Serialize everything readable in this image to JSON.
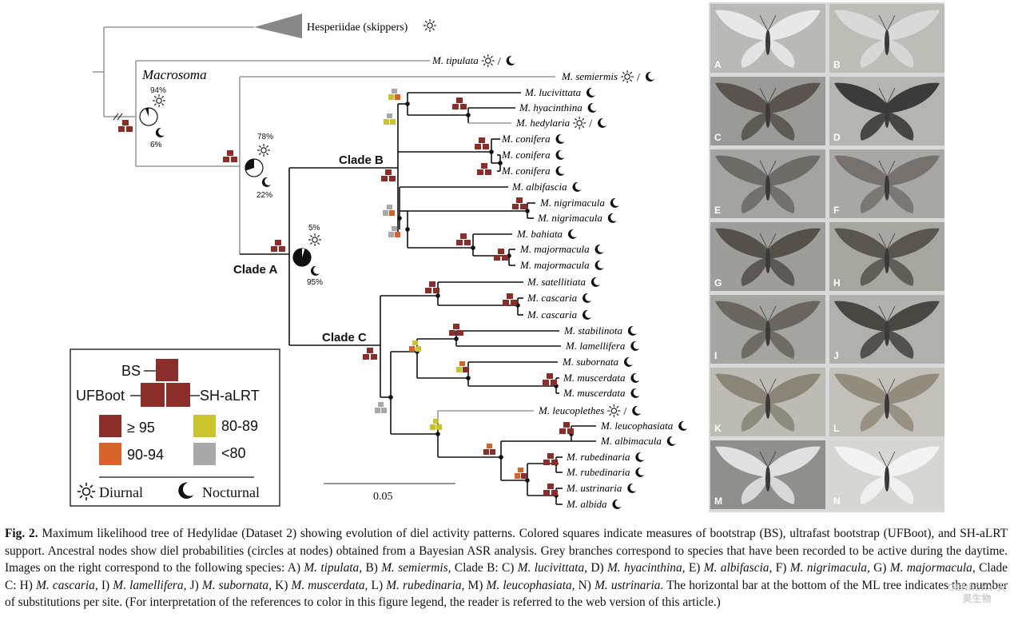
{
  "outgroup_label": "Hesperiidae (skippers)",
  "genus_label": "Macrosoma",
  "clades": {
    "a": "Clade A",
    "b": "Clade B",
    "c": "Clade C"
  },
  "scale_bar_label": "0.05",
  "taxa": [
    {
      "name": "M. tipulata",
      "activity": "diurnal/nocturnal"
    },
    {
      "name": "M. semiermis",
      "activity": "diurnal/nocturnal"
    },
    {
      "name": "M. lucivittata",
      "activity": "nocturnal"
    },
    {
      "name": "M. hyacinthina",
      "activity": "nocturnal"
    },
    {
      "name": "M. hedylaria",
      "activity": "diurnal/nocturnal"
    },
    {
      "name": "M. conifera",
      "activity": "nocturnal"
    },
    {
      "name": "M. conifera",
      "activity": "nocturnal"
    },
    {
      "name": "M. conifera",
      "activity": "nocturnal"
    },
    {
      "name": "M. albifascia",
      "activity": "nocturnal"
    },
    {
      "name": "M. nigrimacula",
      "activity": "nocturnal"
    },
    {
      "name": "M. nigrimacula",
      "activity": "nocturnal"
    },
    {
      "name": "M. bahiata",
      "activity": "nocturnal"
    },
    {
      "name": "M. majormacula",
      "activity": "nocturnal"
    },
    {
      "name": "M. majormacula",
      "activity": "nocturnal"
    },
    {
      "name": "M. satellitiata",
      "activity": "nocturnal"
    },
    {
      "name": "M. cascaria",
      "activity": "nocturnal"
    },
    {
      "name": "M. cascaria",
      "activity": "nocturnal"
    },
    {
      "name": "M. stabilinota",
      "activity": "nocturnal"
    },
    {
      "name": "M. lamellifera",
      "activity": "nocturnal"
    },
    {
      "name": "M. subornata",
      "activity": "nocturnal"
    },
    {
      "name": "M. muscerdata",
      "activity": "nocturnal"
    },
    {
      "name": "M. muscerdata",
      "activity": "nocturnal"
    },
    {
      "name": "M. leucoplethes",
      "activity": "diurnal/nocturnal"
    },
    {
      "name": "M. leucophasiata",
      "activity": "nocturnal"
    },
    {
      "name": "M. albimacula",
      "activity": "nocturnal"
    },
    {
      "name": "M. rubedinaria",
      "activity": "nocturnal"
    },
    {
      "name": "M. rubedinaria",
      "activity": "nocturnal"
    },
    {
      "name": "M. ustrinaria",
      "activity": "nocturnal"
    },
    {
      "name": "M. albida",
      "activity": "nocturnal"
    }
  ],
  "node_probabilities": [
    {
      "node": "Macrosoma",
      "diurnal": "94%",
      "nocturnal": "6%"
    },
    {
      "node": "inner",
      "diurnal": "78%",
      "nocturnal": "22%"
    },
    {
      "node": "Clade A",
      "diurnal": "5%",
      "nocturnal": "95%"
    }
  ],
  "legend": {
    "bs": "BS",
    "ufboot": "UFBoot",
    "shalrt": "SH-aLRT",
    "categories": [
      {
        "label": "≥ 95",
        "color": "#8b2e2a"
      },
      {
        "label": "80-89",
        "color": "#c8c42a"
      },
      {
        "label": "90-94",
        "color": "#d8632a"
      },
      {
        "label": "<80",
        "color": "#a8a8a8"
      }
    ],
    "diurnal": "Diurnal",
    "nocturnal": "Nocturnal"
  },
  "photo_labels": [
    "A",
    "B",
    "C",
    "D",
    "E",
    "F",
    "G",
    "H",
    "I",
    "J",
    "K",
    "L",
    "M",
    "N"
  ],
  "caption": {
    "fig": "Fig. 2.",
    "p1": " Maximum likelihood tree of Hedylidae (Dataset 2) showing evolution of diel activity patterns. Colored squares indicate measures of bootstrap (BS), ultrafast bootstrap (UFBoot), and SH-aLRT support. Ancestral nodes show diel probabilities (circles at nodes) obtained from a Bayesian ASR analysis. Grey branches correspond to species that have been recorded to be active during the daytime. Images on the right correspond to the following species: A) ",
    "sA": "M. tipulata,",
    "t1": " B) ",
    "sB": "M. semiermis,",
    "t2": " Clade B: C) ",
    "sC": "M. lucivittata,",
    "t3": " D) ",
    "sD": "M. hyacinthina,",
    "t4": " E) ",
    "sE": "M. albifascia,",
    "t5": " F) ",
    "sF": "M. nigrimacula,",
    "t6": " G) ",
    "sG": "M. majormacula,",
    "t7": " Clade C: H) ",
    "sH": "M. cascaria,",
    "t8": " I) ",
    "sI": "M. lamellifera,",
    "t9": " J) ",
    "sJ": "M. subornata,",
    "t10": " K) ",
    "sK": "M. muscerdata,",
    "t11": " L) ",
    "sL": "M. rubedinaria,",
    "t12": " M) ",
    "sM": "M. leucophasiata,",
    "t13": " N) ",
    "sN": "M. ustrinaria.",
    "t14": " The horizontal bar at the bottom of the ML tree indicates the number of substitutions per site. (For interpretation of the references to color in this figure legend, the reader is referred to the web version of this article.)"
  },
  "watermark": "GENESKY 天昊生物"
}
